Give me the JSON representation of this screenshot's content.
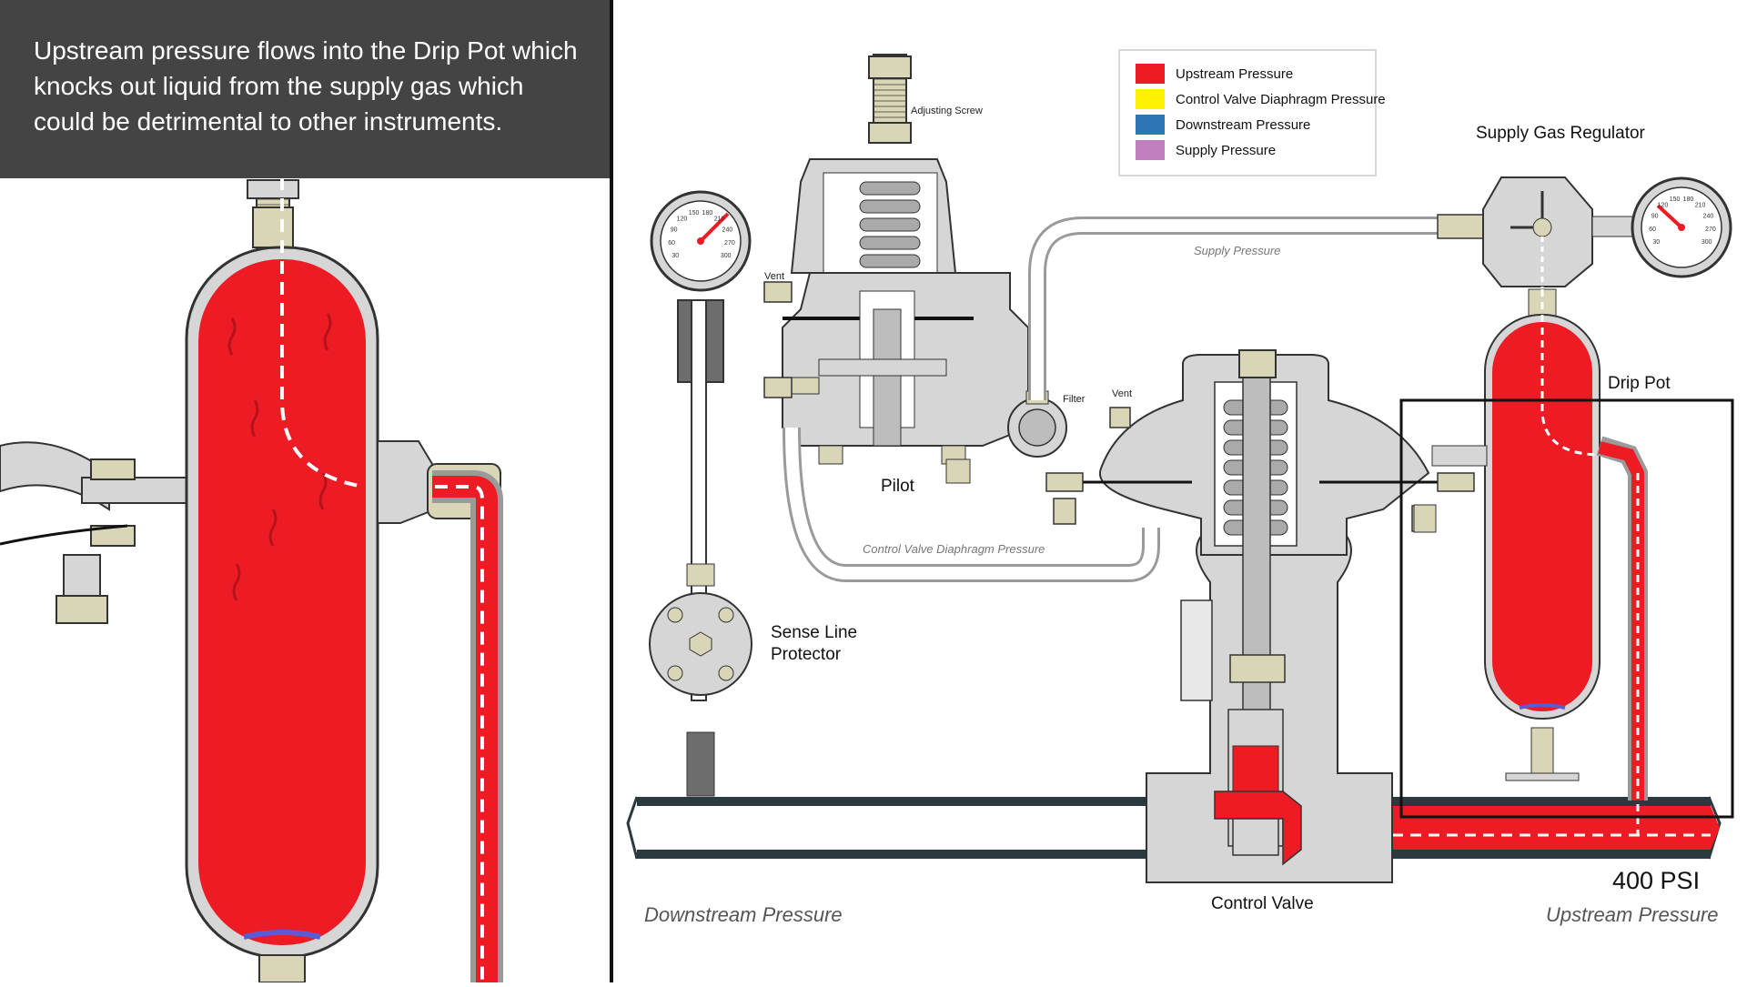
{
  "caption": "Upstream pressure flows into the Drip Pot which knocks out liquid from the supply gas which could be detrimental to other instruments.",
  "legend": [
    {
      "label": "Upstream Pressure",
      "color": "#ed1c24"
    },
    {
      "label": "Control Valve Diaphragm Pressure",
      "color": "#fff200"
    },
    {
      "label": "Downstream Pressure",
      "color": "#2e75b6"
    },
    {
      "label": "Supply Pressure",
      "color": "#c080c0"
    }
  ],
  "labels": {
    "adjusting_screw": "Adjusting Screw",
    "vent_left": "Vent",
    "vent_right": "Vent",
    "filter": "Filter",
    "pilot": "Pilot",
    "supply_pressure_line": "Supply Pressure",
    "control_valve_diaphragm_line": "Control Valve Diaphragm Pressure",
    "sense_line_protector_1": "Sense Line",
    "sense_line_protector_2": "Protector",
    "supply_gas_regulator": "Supply Gas Regulator",
    "drip_pot": "Drip Pot",
    "control_valve": "Control Valve",
    "psi": "400 PSI",
    "downstream_pressure": "Downstream Pressure",
    "upstream_pressure": "Upstream Pressure"
  },
  "gauge_left_ticks": [
    "30",
    "60",
    "90",
    "120",
    "150",
    "180",
    "210",
    "240",
    "270",
    "300"
  ],
  "gauge_right_ticks": [
    "30",
    "60",
    "90",
    "120",
    "150",
    "180",
    "210",
    "240",
    "270",
    "300"
  ],
  "colors": {
    "upstream": "#ed1c24",
    "steel": "#d6d6d6",
    "steel_dark": "#9a9a9a",
    "fitting": "#d9d6b8",
    "pipe_wall": "#2b3a3f",
    "caption_bg": "#444444"
  }
}
